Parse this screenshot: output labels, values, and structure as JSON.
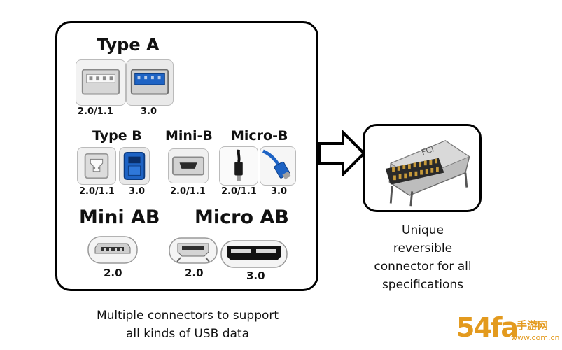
{
  "left_panel": {
    "type_a": {
      "title": "Type A",
      "labels": [
        "2.0/1.1",
        "3.0"
      ]
    },
    "type_b": {
      "title": "Type B",
      "labels": [
        "2.0/1.1",
        "3.0"
      ]
    },
    "mini_b": {
      "title": "Mini-B",
      "labels": [
        "2.0/1.1"
      ]
    },
    "micro_b": {
      "title": "Micro-B",
      "labels": [
        "2.0/1.1",
        "3.0"
      ]
    },
    "mini_ab": {
      "title": "Mini AB",
      "labels": [
        "2.0"
      ]
    },
    "micro_ab": {
      "title": "Micro AB",
      "labels": [
        "2.0",
        "3.0"
      ]
    },
    "caption_lines": [
      "Multiple connectors to support",
      "all kinds of USB data"
    ]
  },
  "right_panel": {
    "chip_text": "FCI",
    "caption_lines": [
      "Unique",
      "reversible",
      "connector for all",
      "specifications"
    ]
  },
  "watermark": {
    "main": "54fa",
    "side_top": "手游网",
    "side_bottom": "www.com.cn"
  },
  "colors": {
    "usb3_blue": "#1e63c4",
    "border": "#000000",
    "watermark": "#e39a1e"
  }
}
